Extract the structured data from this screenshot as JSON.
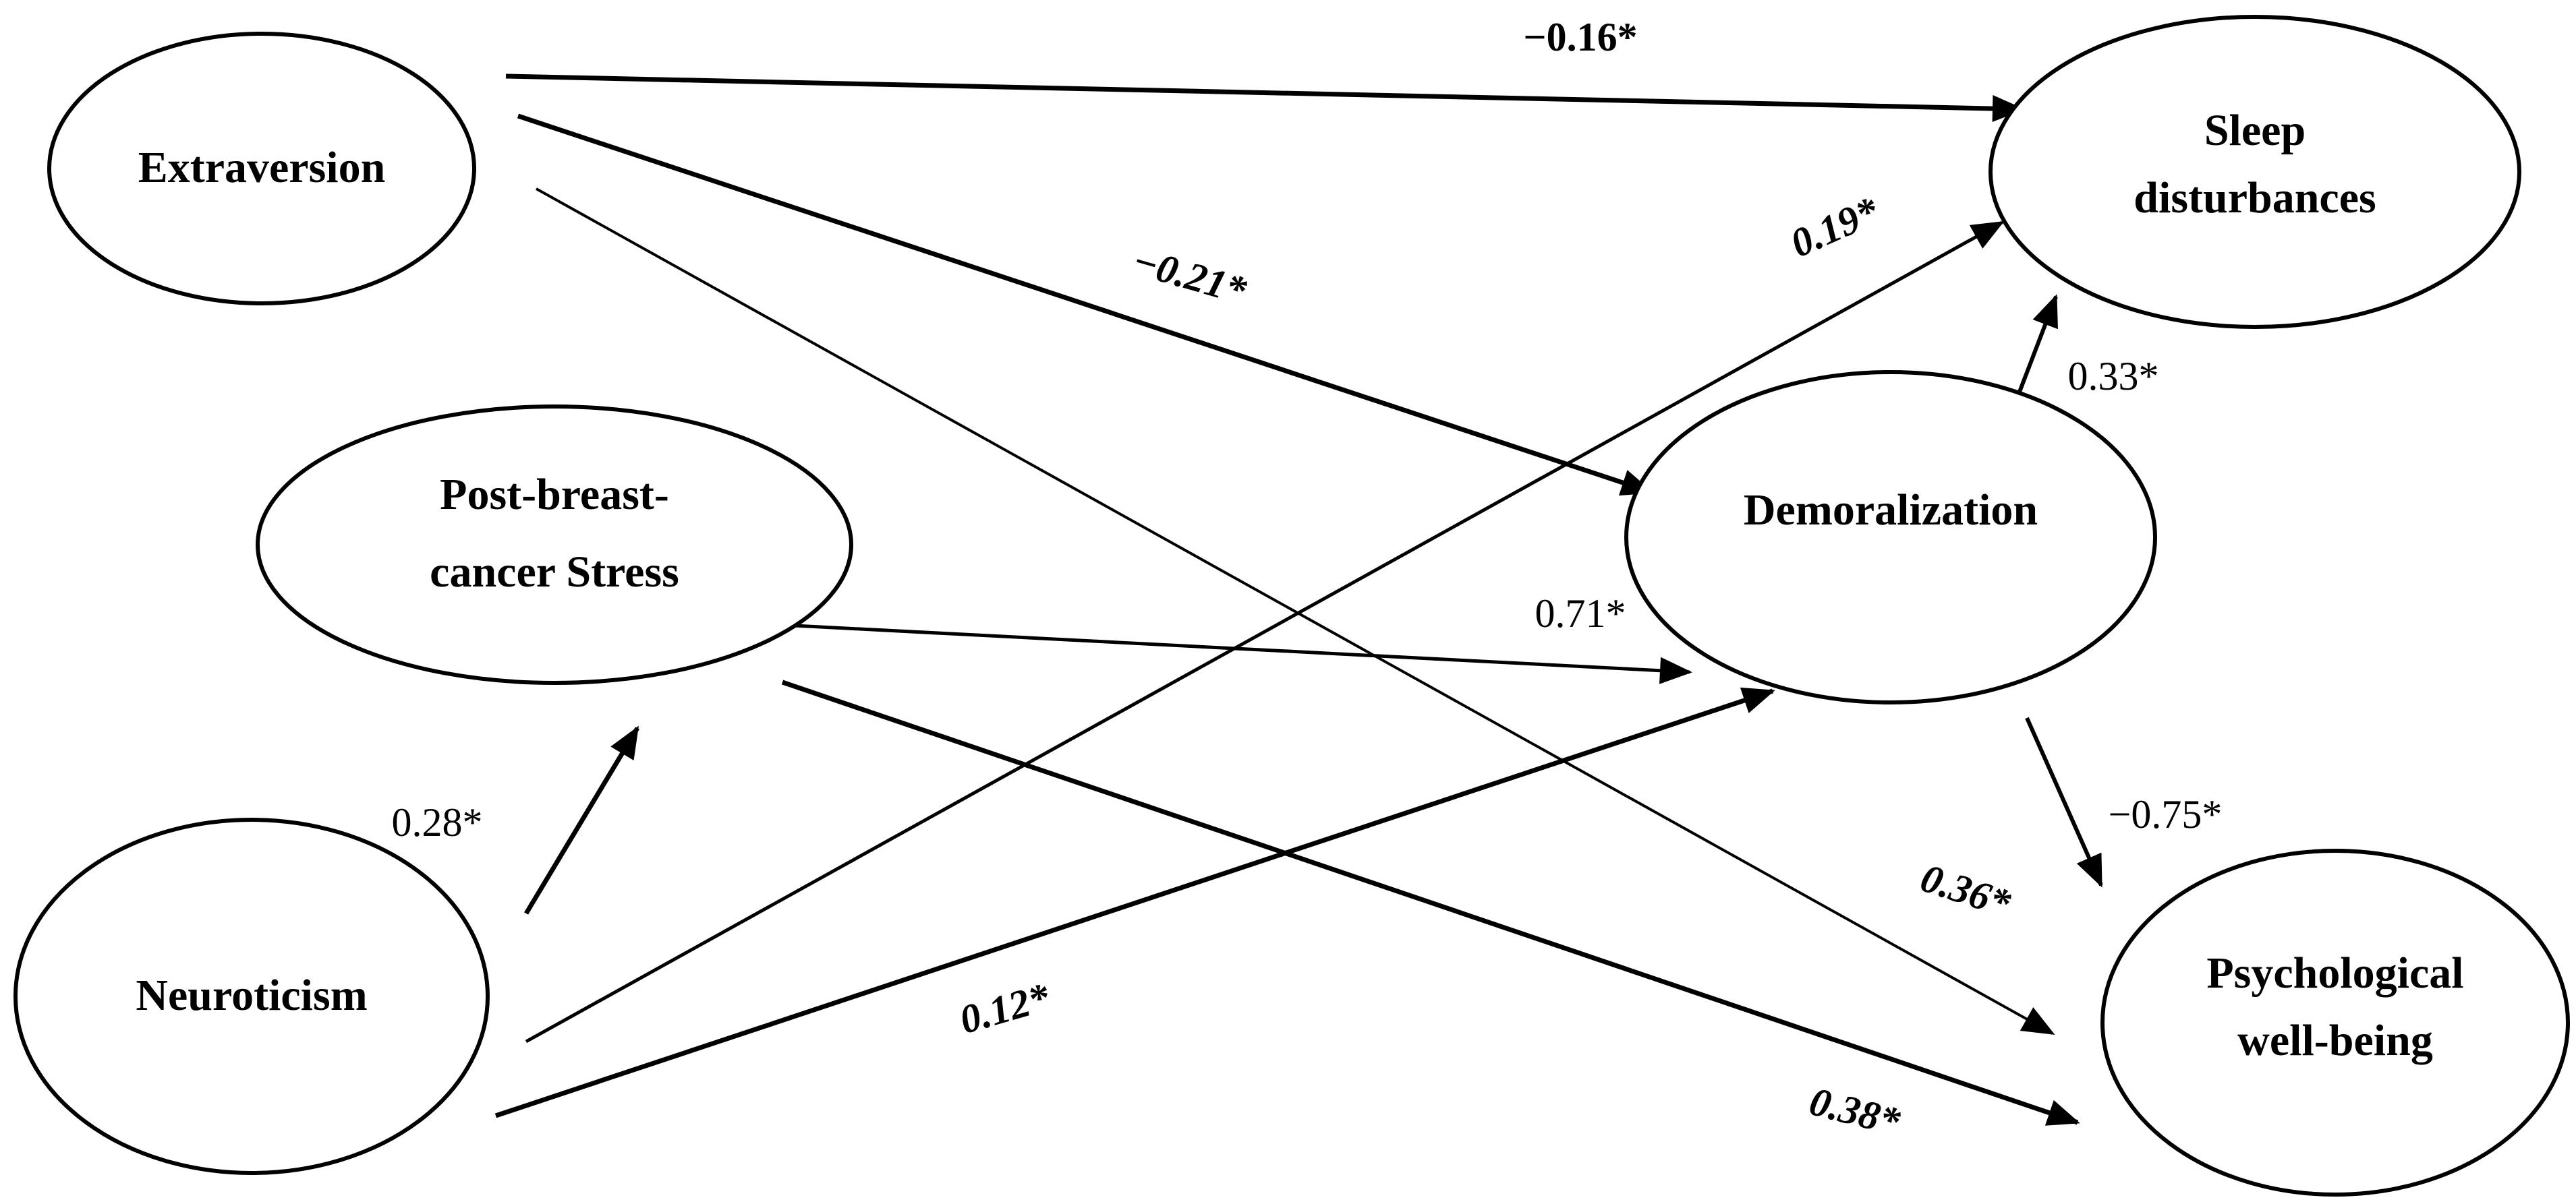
{
  "diagram": {
    "nodes": {
      "extraversion": {
        "lines": [
          "Extraversion"
        ]
      },
      "stress": {
        "lines": [
          "Post-breast-",
          "cancer Stress"
        ]
      },
      "neuroticism": {
        "lines": [
          "Neuroticism"
        ]
      },
      "demoralization": {
        "lines": [
          "Demoralization"
        ]
      },
      "sleep": {
        "lines": [
          "Sleep",
          "disturbances"
        ]
      },
      "wellbeing": {
        "lines": [
          "Psychological",
          "well-being"
        ]
      }
    },
    "paths": {
      "extraversion_sleep": "−0.16*",
      "extraversion_demoralization": "−0.21*",
      "neuroticism_sleep": "0.19*",
      "demoralization_sleep": "0.33*",
      "stress_demoralization": "0.71*",
      "demoralization_wellbeing": "−0.75*",
      "neuroticism_stress": "0.28*",
      "extraversion_wellbeing": "0.36*",
      "neuroticism_demoralization": "0.12*",
      "stress_wellbeing": "0.38*"
    }
  }
}
